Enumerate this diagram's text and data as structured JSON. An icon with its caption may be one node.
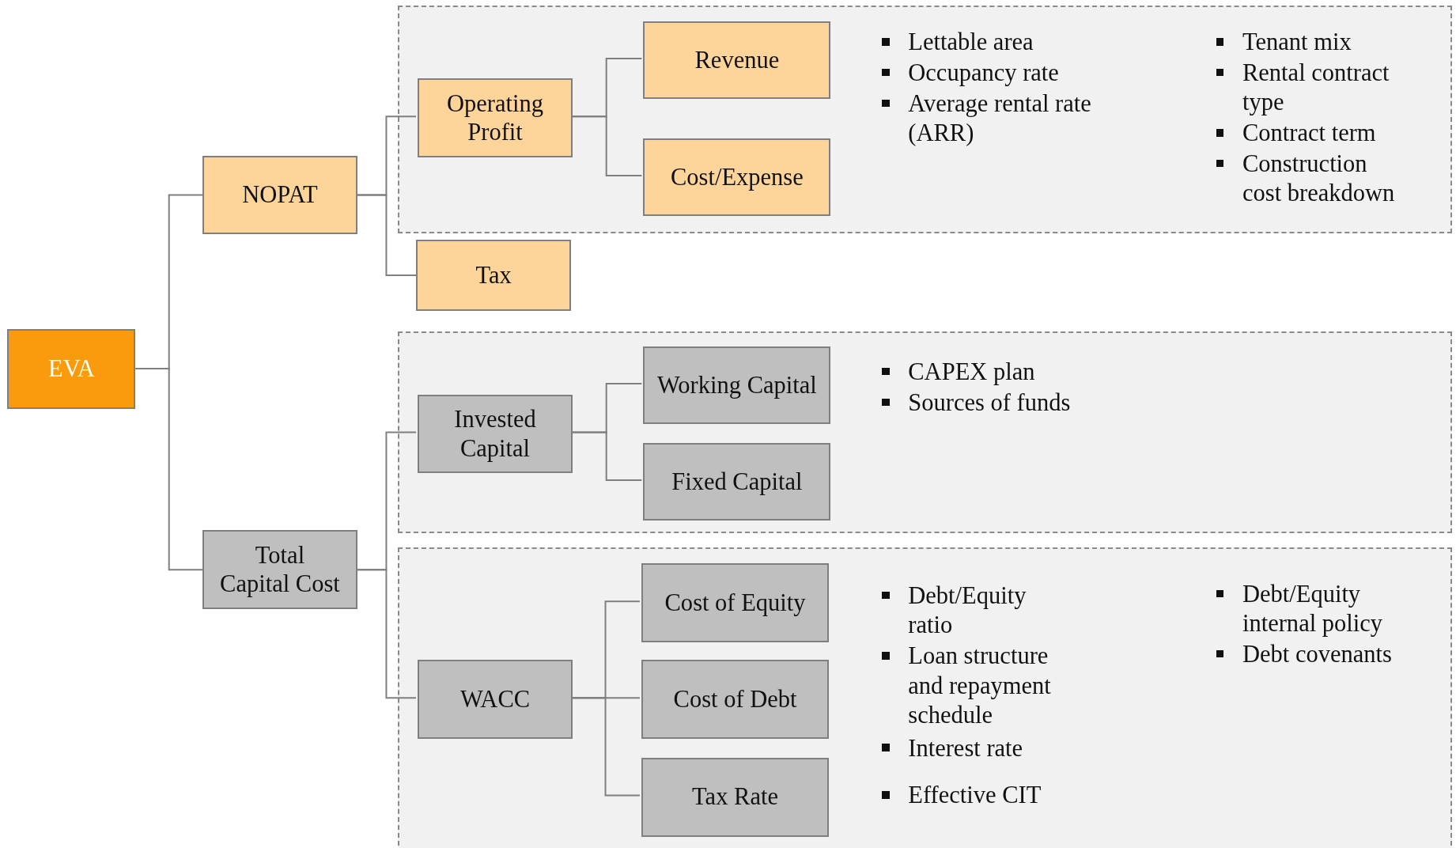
{
  "diagram": {
    "nodes": [
      {
        "text": [
          "EVA"
        ]
      },
      {
        "text": [
          "NOPAT"
        ]
      },
      {
        "text": [
          "Total Capital Cost"
        ]
      },
      {
        "text": [],
        "shape": "box"
      },
      {
        "text": [
          "Operating Profit"
        ],
        "in": 3
      },
      {
        "text": [
          "Revenue"
        ],
        "in": 3
      },
      {
        "text": [
          "Cost/Expense"
        ],
        "in": 3
      },
      {
        "text": [
          "Tax"
        ]
      },
      {
        "text": [],
        "shape": "box"
      },
      {
        "text": [
          "Invested Capital"
        ],
        "in": 8
      },
      {
        "text": [
          "Working Capital"
        ],
        "in": 8
      },
      {
        "text": [
          "Fixed Capital"
        ],
        "in": 8
      },
      {
        "text": [],
        "shape": "box"
      },
      {
        "text": [
          "WACC"
        ],
        "in": 12
      },
      {
        "text": [
          "Cost of Equity"
        ],
        "in": 12
      },
      {
        "text": [
          "Cost of Debt"
        ],
        "in": 12
      },
      {
        "text": [
          "Tax Rate"
        ],
        "in": 12
      }
    ],
    "edges": [
      {
        "from": 0,
        "to": 1,
        "arrow": "none"
      },
      {
        "from": 0,
        "to": 2,
        "arrow": "none"
      },
      {
        "from": 1,
        "to": 4,
        "arrow": "none"
      },
      {
        "from": 1,
        "to": 7,
        "arrow": "none"
      },
      {
        "from": 4,
        "to": 5,
        "arrow": "none"
      },
      {
        "from": 4,
        "to": 6,
        "arrow": "none"
      },
      {
        "from": 2,
        "to": 9,
        "arrow": "none"
      },
      {
        "from": 2,
        "to": 13,
        "arrow": "none"
      },
      {
        "from": 9,
        "to": 10,
        "arrow": "none"
      },
      {
        "from": 9,
        "to": 11,
        "arrow": "none"
      },
      {
        "from": 13,
        "to": 14,
        "arrow": "none"
      },
      {
        "from": 13,
        "to": 15,
        "arrow": "none"
      },
      {
        "from": 13,
        "to": 16,
        "arrow": "none"
      }
    ],
    "labels": [
      "Lettable area",
      "Occupancy rate",
      "Average rental rate (ARR)",
      "Tenant mix",
      "Rental contract type",
      "Contract term",
      "Construction cost breakdown",
      "CAPEX plan",
      "Sources of funds",
      "Debt/Equity ratio",
      "Loan structure and repayment schedule",
      "Interest rate",
      "Effective CIT",
      "Debt/Equity internal policy",
      "Debt covenants"
    ]
  }
}
